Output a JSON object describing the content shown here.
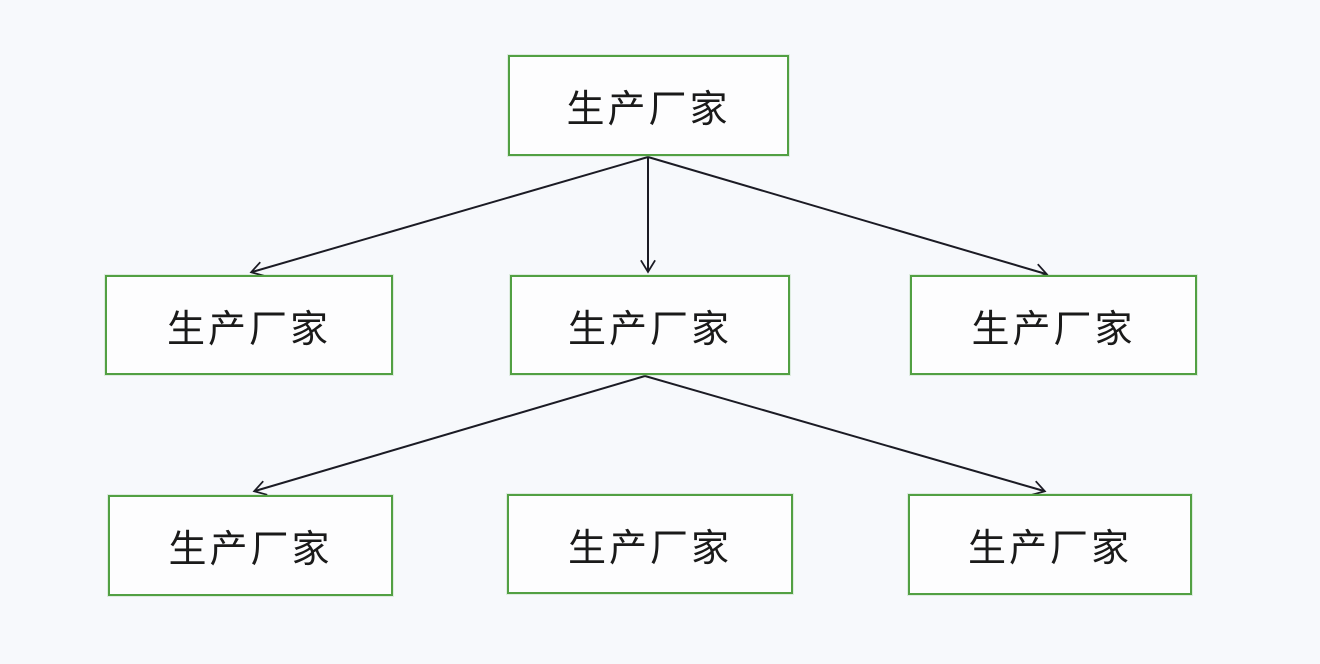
{
  "diagram": {
    "title": "manufacturer-distribution-tree",
    "background_color": "#f7f9fc",
    "node_fill_color": "#fdfdfe",
    "node_border_color": "#52a043",
    "edge_color": "#1b1b24",
    "text_color": "#1a1a1a",
    "nodes": [
      {
        "id": "top",
        "label": "生产厂家",
        "level": 1
      },
      {
        "id": "mid-left",
        "label": "生产厂家",
        "level": 2
      },
      {
        "id": "mid-center",
        "label": "生产厂家",
        "level": 2
      },
      {
        "id": "mid-right",
        "label": "生产厂家",
        "level": 2
      },
      {
        "id": "bottom-left",
        "label": "生产厂家",
        "level": 3
      },
      {
        "id": "bottom-center",
        "label": "生产厂家",
        "level": 3
      },
      {
        "id": "bottom-right",
        "label": "生产厂家",
        "level": 3
      }
    ],
    "edges": [
      {
        "from": "top",
        "to": "mid-left"
      },
      {
        "from": "top",
        "to": "mid-center"
      },
      {
        "from": "top",
        "to": "mid-right"
      },
      {
        "from": "mid-center",
        "to": "bottom-left"
      },
      {
        "from": "mid-center",
        "to": "bottom-right"
      }
    ]
  }
}
